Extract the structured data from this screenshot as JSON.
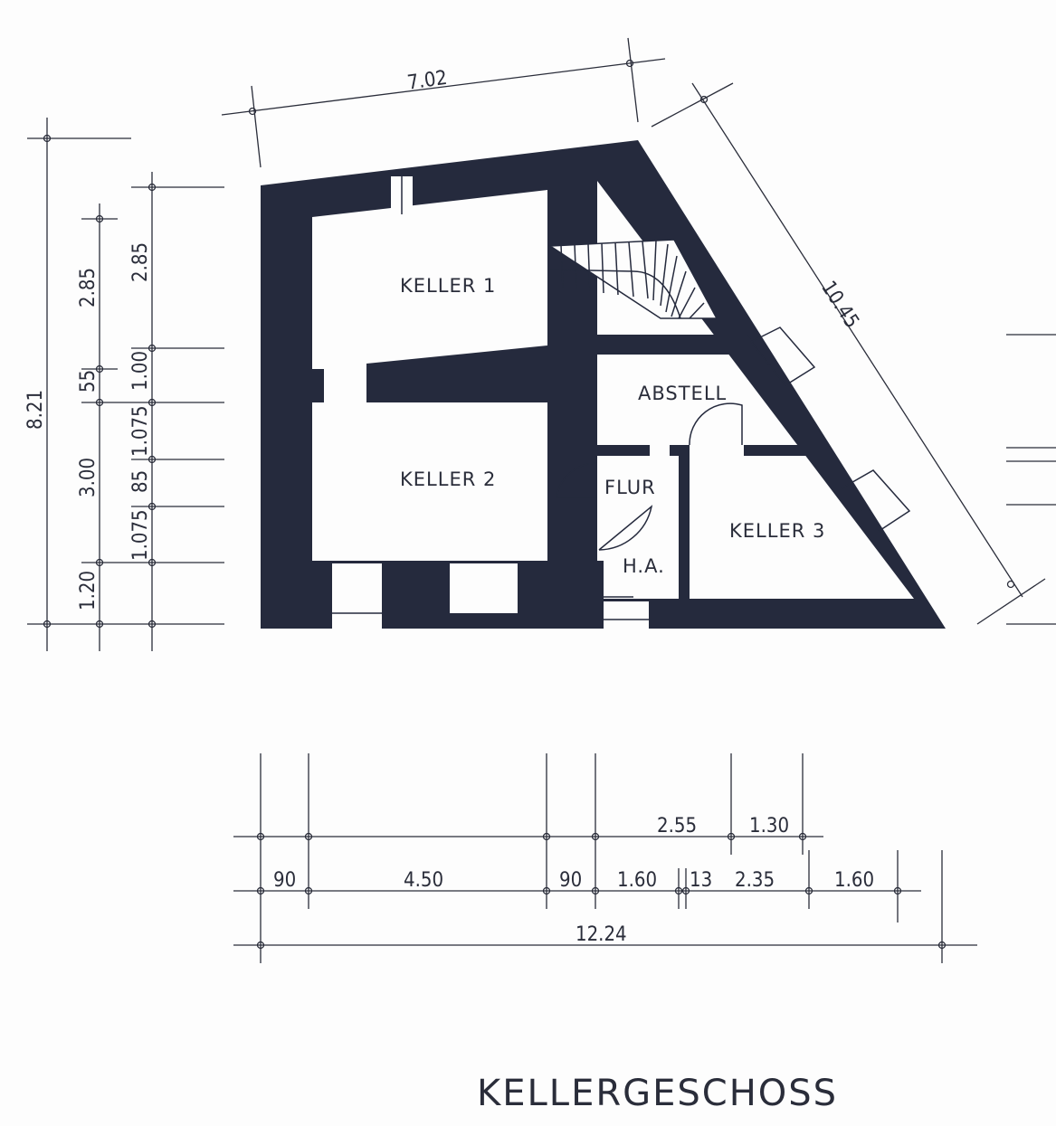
{
  "title": "KELLERGESCHOSS",
  "rooms": {
    "keller1": "KELLER 1",
    "keller2": "KELLER 2",
    "keller3": "KELLER 3",
    "abstell": "ABSTELL",
    "flur": "FLUR",
    "ha": "H.A."
  },
  "dims": {
    "top": "7.02",
    "diagonal": "10.45",
    "left_total": "8.21",
    "left_a": [
      "2.85",
      "55",
      "3.00",
      "1.20"
    ],
    "left_b": [
      "2.85",
      "1.00",
      "1.075",
      "85",
      "1.075"
    ],
    "bottom_row1": [
      "2.55",
      "1.30"
    ],
    "bottom_row2": [
      "90",
      "4.50",
      "90",
      "1.60",
      "13",
      "2.35",
      "1.60"
    ],
    "bottom_total": "12.24"
  }
}
